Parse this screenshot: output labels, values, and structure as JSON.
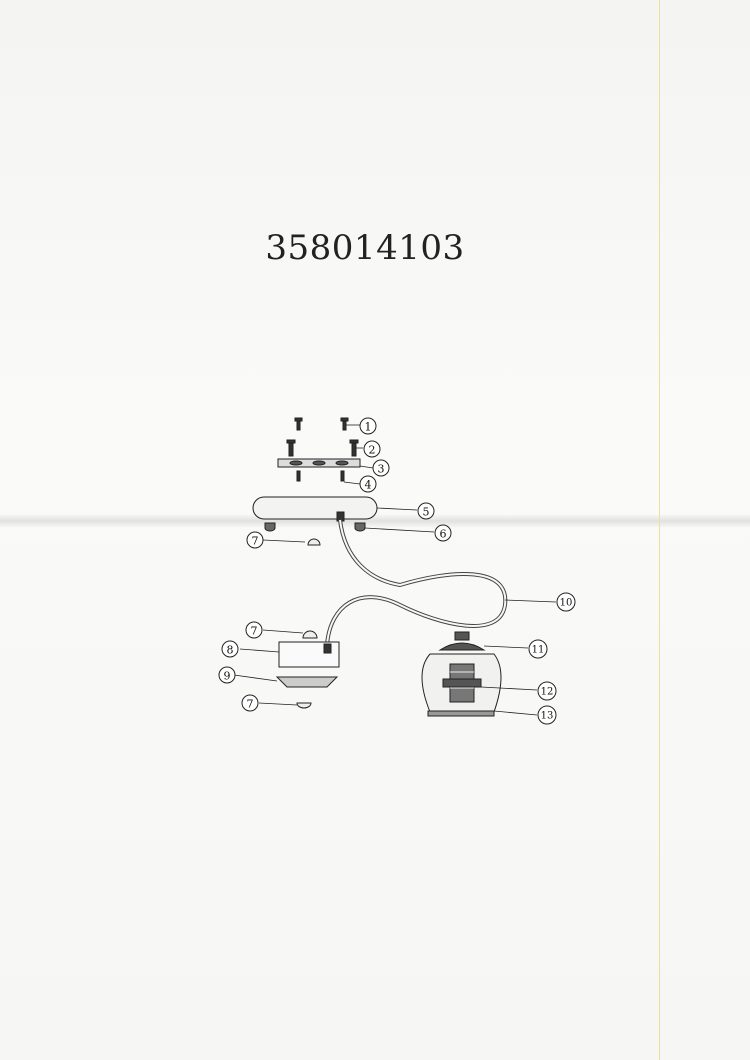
{
  "document": {
    "model_number": "358014103"
  },
  "parts": [
    {
      "id": "1",
      "label": "1"
    },
    {
      "id": "2",
      "label": "2"
    },
    {
      "id": "3",
      "label": "3"
    },
    {
      "id": "4",
      "label": "4"
    },
    {
      "id": "5",
      "label": "5"
    },
    {
      "id": "6",
      "label": "6"
    },
    {
      "id": "7",
      "label": "7"
    },
    {
      "id": "8",
      "label": "8"
    },
    {
      "id": "9",
      "label": "9"
    },
    {
      "id": "10",
      "label": "10"
    },
    {
      "id": "11",
      "label": "11"
    },
    {
      "id": "12",
      "label": "12"
    },
    {
      "id": "13",
      "label": "13"
    }
  ],
  "colors": {
    "ink": "#222222",
    "paper": "#f7f7f5",
    "margin_rule": "#e8e2a0"
  }
}
